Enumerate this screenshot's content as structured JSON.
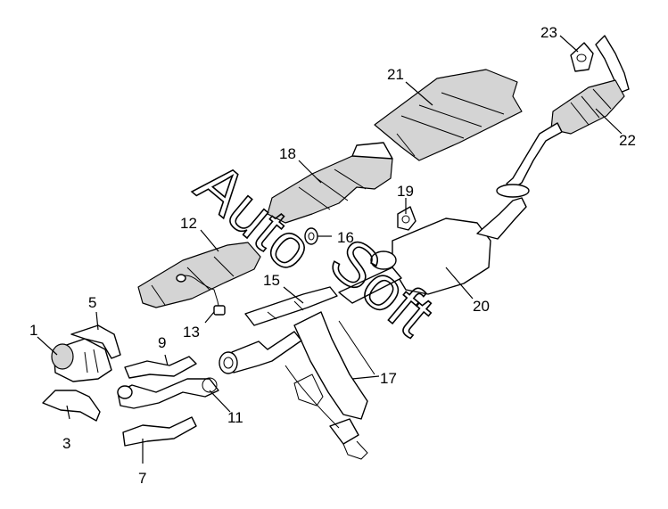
{
  "callouts": [
    "1",
    "3",
    "5",
    "7",
    "9",
    "11",
    "12",
    "13",
    "15",
    "16",
    "17",
    "18",
    "19",
    "20",
    "21",
    "22",
    "23"
  ],
  "watermark": {
    "line1": "Auto",
    "line2": "Soft"
  }
}
